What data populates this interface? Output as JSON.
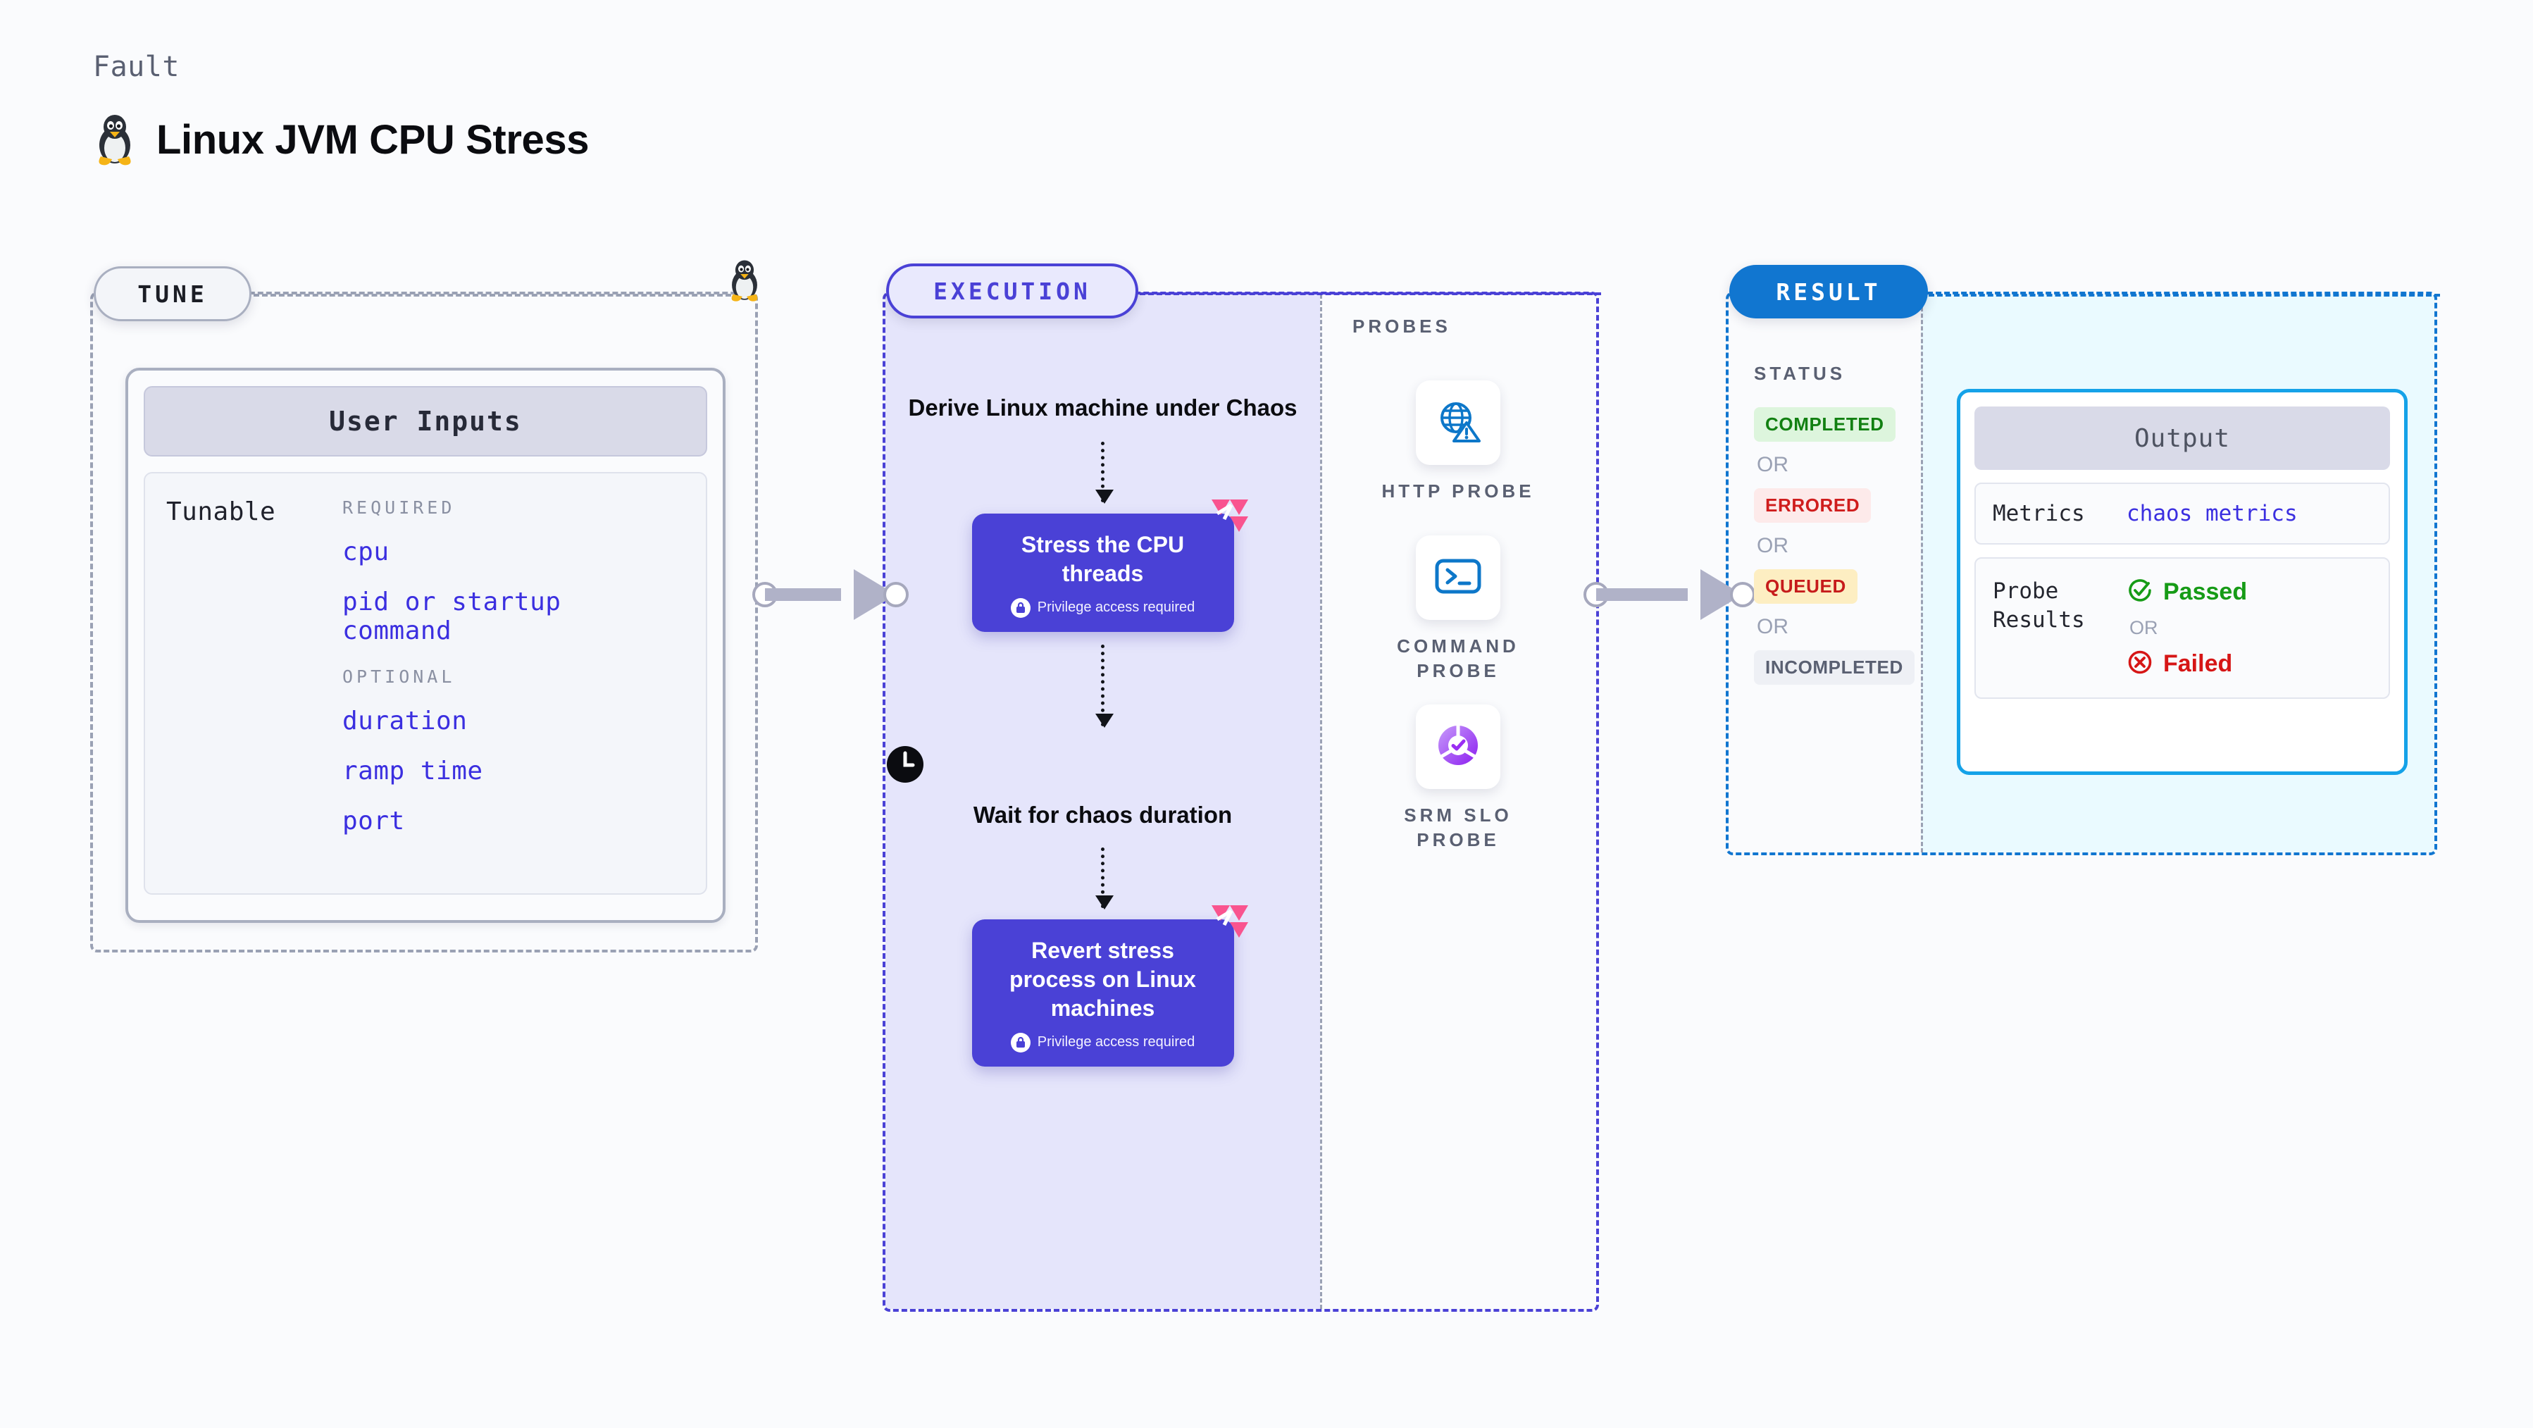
{
  "header": {
    "kicker": "Fault",
    "title": "Linux JVM CPU Stress",
    "icon": "linux-penguin-icon"
  },
  "stages": {
    "tune": {
      "pill": "TUNE"
    },
    "execution": {
      "pill": "EXECUTION"
    },
    "result": {
      "pill": "RESULT"
    }
  },
  "tune": {
    "card_title": "User Inputs",
    "tunable_label": "Tunable",
    "required_label": "REQUIRED",
    "optional_label": "OPTIONAL",
    "required": [
      "cpu",
      "pid or startup command"
    ],
    "optional": [
      "duration",
      "ramp time",
      "port"
    ]
  },
  "execution": {
    "step1": "Derive Linux machine under Chaos",
    "step2_title": "Stress the CPU threads",
    "step2_note": "Privilege access required",
    "step3": "Wait for chaos duration",
    "step4_title": "Revert stress process on Linux machines",
    "step4_note": "Privilege access required"
  },
  "probes": {
    "title": "PROBES",
    "items": [
      {
        "label": "HTTP  PROBE",
        "icon": "globe-warning-icon"
      },
      {
        "label": "COMMAND PROBE",
        "icon": "terminal-icon"
      },
      {
        "label": "SRM  SLO PROBE",
        "icon": "slo-gauge-icon"
      }
    ]
  },
  "result": {
    "status_title": "STATUS",
    "or": "OR",
    "statuses": [
      "COMPLETED",
      "ERRORED",
      "QUEUED",
      "INCOMPLETED"
    ],
    "output": {
      "title": "Output",
      "metrics_key": "Metrics",
      "metrics_value": "chaos metrics",
      "probe_key": "Probe Results",
      "passed": "Passed",
      "failed": "Failed",
      "or": "OR"
    }
  },
  "colors": {
    "execution_accent": "#4a41d6",
    "result_accent": "#1176d0",
    "tune_accent": "#9aa1b4",
    "output_border": "#15a2e8",
    "tunable_text": "#3b2fe0",
    "passed": "#169b16",
    "failed": "#d61616",
    "flag_pink": "#f9548f"
  }
}
